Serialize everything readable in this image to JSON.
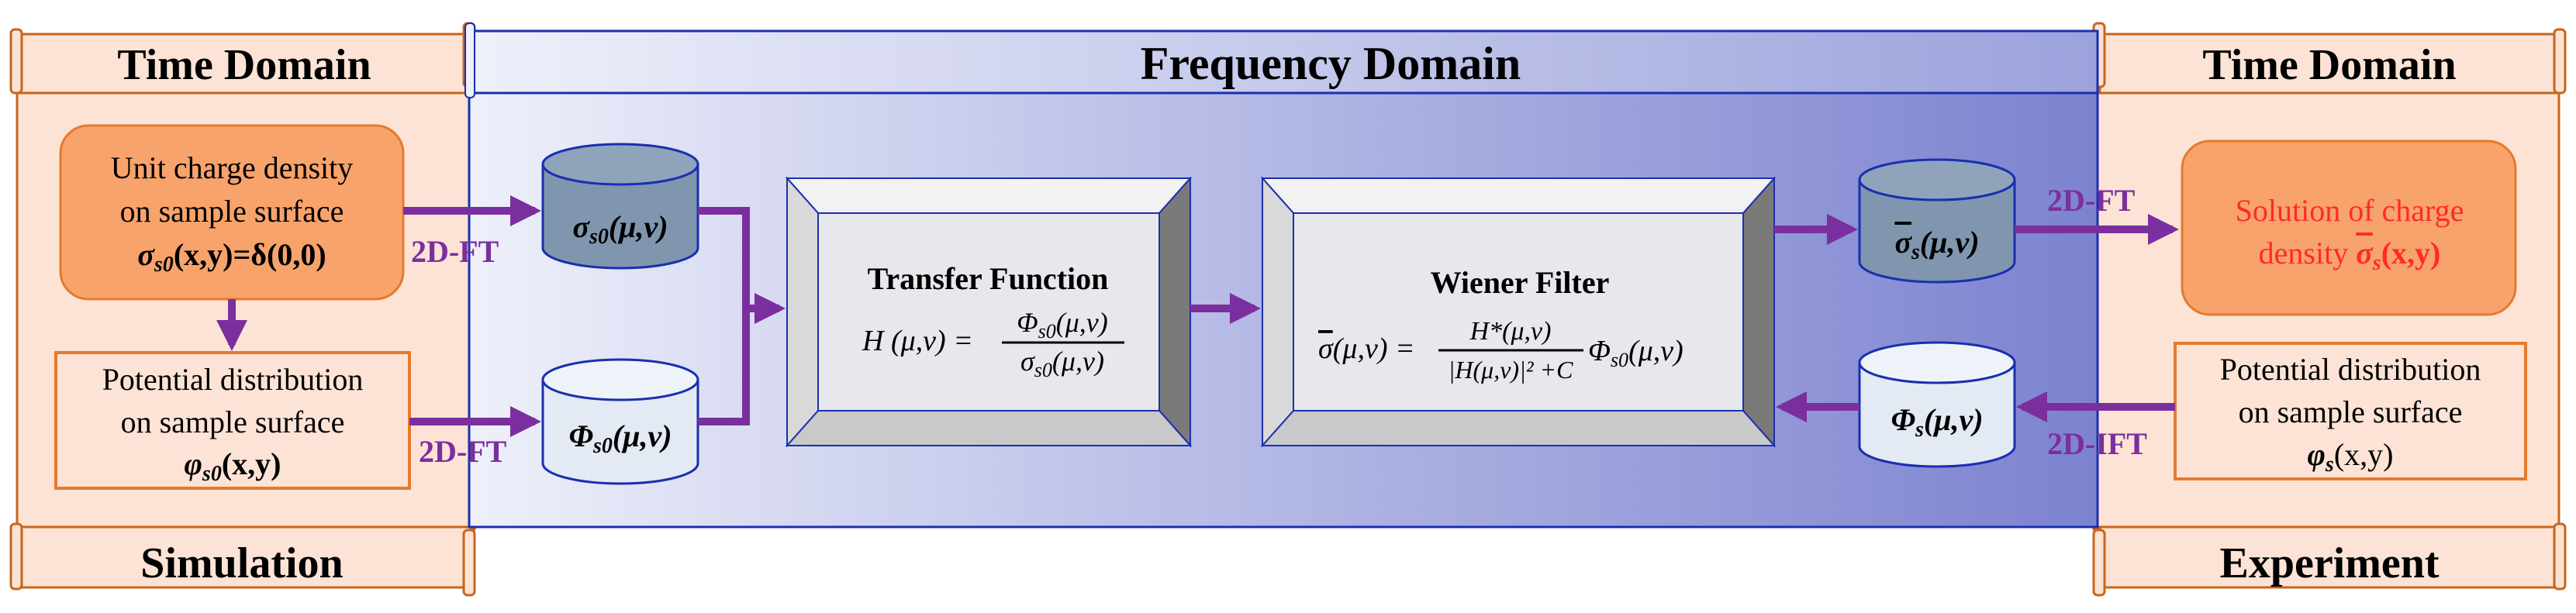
{
  "colors": {
    "panel_peach": "#FCE3D5",
    "panel_border": "#C8651B",
    "orange_box": "#F8A36B",
    "orange_border": "#E57A2E",
    "freq_blue": "#6E75C8",
    "arrow_purple": "#7B2F9E",
    "drum_dark": "#7F96AE",
    "drum_light": "#E3EAF3",
    "drum_border": "#1A2FB0",
    "frame_light": "#F2F2F2",
    "frame_mid": "#C9C9C9",
    "frame_dark": "#7A7A7A",
    "frame_inner": "#E6E8EC",
    "red_text": "#FF2A2A"
  },
  "headers": {
    "time_domain_left": "Time Domain",
    "frequency_domain": "Frequency Domain",
    "time_domain_right": "Time Domain",
    "simulation": "Simulation",
    "experiment": "Experiment"
  },
  "left": {
    "unit_charge": {
      "line1": "Unit charge density",
      "line2": "on sample surface",
      "eq_sym": "σ",
      "eq_sub": "s0",
      "eq_rest": "(x,y)=δ(0,0)"
    },
    "potential": {
      "line1": "Potential distribution",
      "line2": "on sample surface",
      "eq_sym": "φ",
      "eq_sub": "s0",
      "eq_rest": "(x,y)"
    }
  },
  "right": {
    "solution": {
      "line1": "Solution of charge",
      "line2": "density ",
      "eq_sym": "σ",
      "eq_sub": "s",
      "eq_rest": "(x,y)"
    },
    "potential": {
      "line1": "Potential distribution",
      "line2": "on sample surface",
      "eq_sym": "φ",
      "eq_sub": "s",
      "eq_rest": "(x,y)"
    }
  },
  "arrow_labels": {
    "ft_top_left": "2D-FT",
    "ft_bottom_left": "2D-FT",
    "ft_top_right": "2D-FT",
    "ift_bottom_right": "2D-IFT"
  },
  "drums": {
    "sigma_s0": {
      "sym": "σ",
      "sub": "s0",
      "arg": "(μ,v)"
    },
    "phi_s0": {
      "sym": "Φ",
      "sub": "s0",
      "arg": "(μ,v)"
    },
    "sigma_s_bar": {
      "sym": "σ",
      "sub": "s",
      "arg": "(μ,v)"
    },
    "phi_s": {
      "sym": "Φ",
      "sub": "s",
      "arg": "(μ,v)"
    }
  },
  "transfer_function": {
    "title": "Transfer Function",
    "lhs": "H (μ,v) =",
    "num_sym": "Φ",
    "num_sub": "s0",
    "num_arg": "(μ,v)",
    "den_sym": "σ",
    "den_sub": "s0",
    "den_arg": "(μ,v)"
  },
  "wiener_filter": {
    "title": "Wiener Filter",
    "lhs_sym": "σ",
    "lhs_rest": "(μ,v) =",
    "num": "H*(μ,v)",
    "den": "|H(μ,v)|² +C",
    "tail_sym": "Φ",
    "tail_sub": "s0",
    "tail_arg": "(μ,v)"
  }
}
